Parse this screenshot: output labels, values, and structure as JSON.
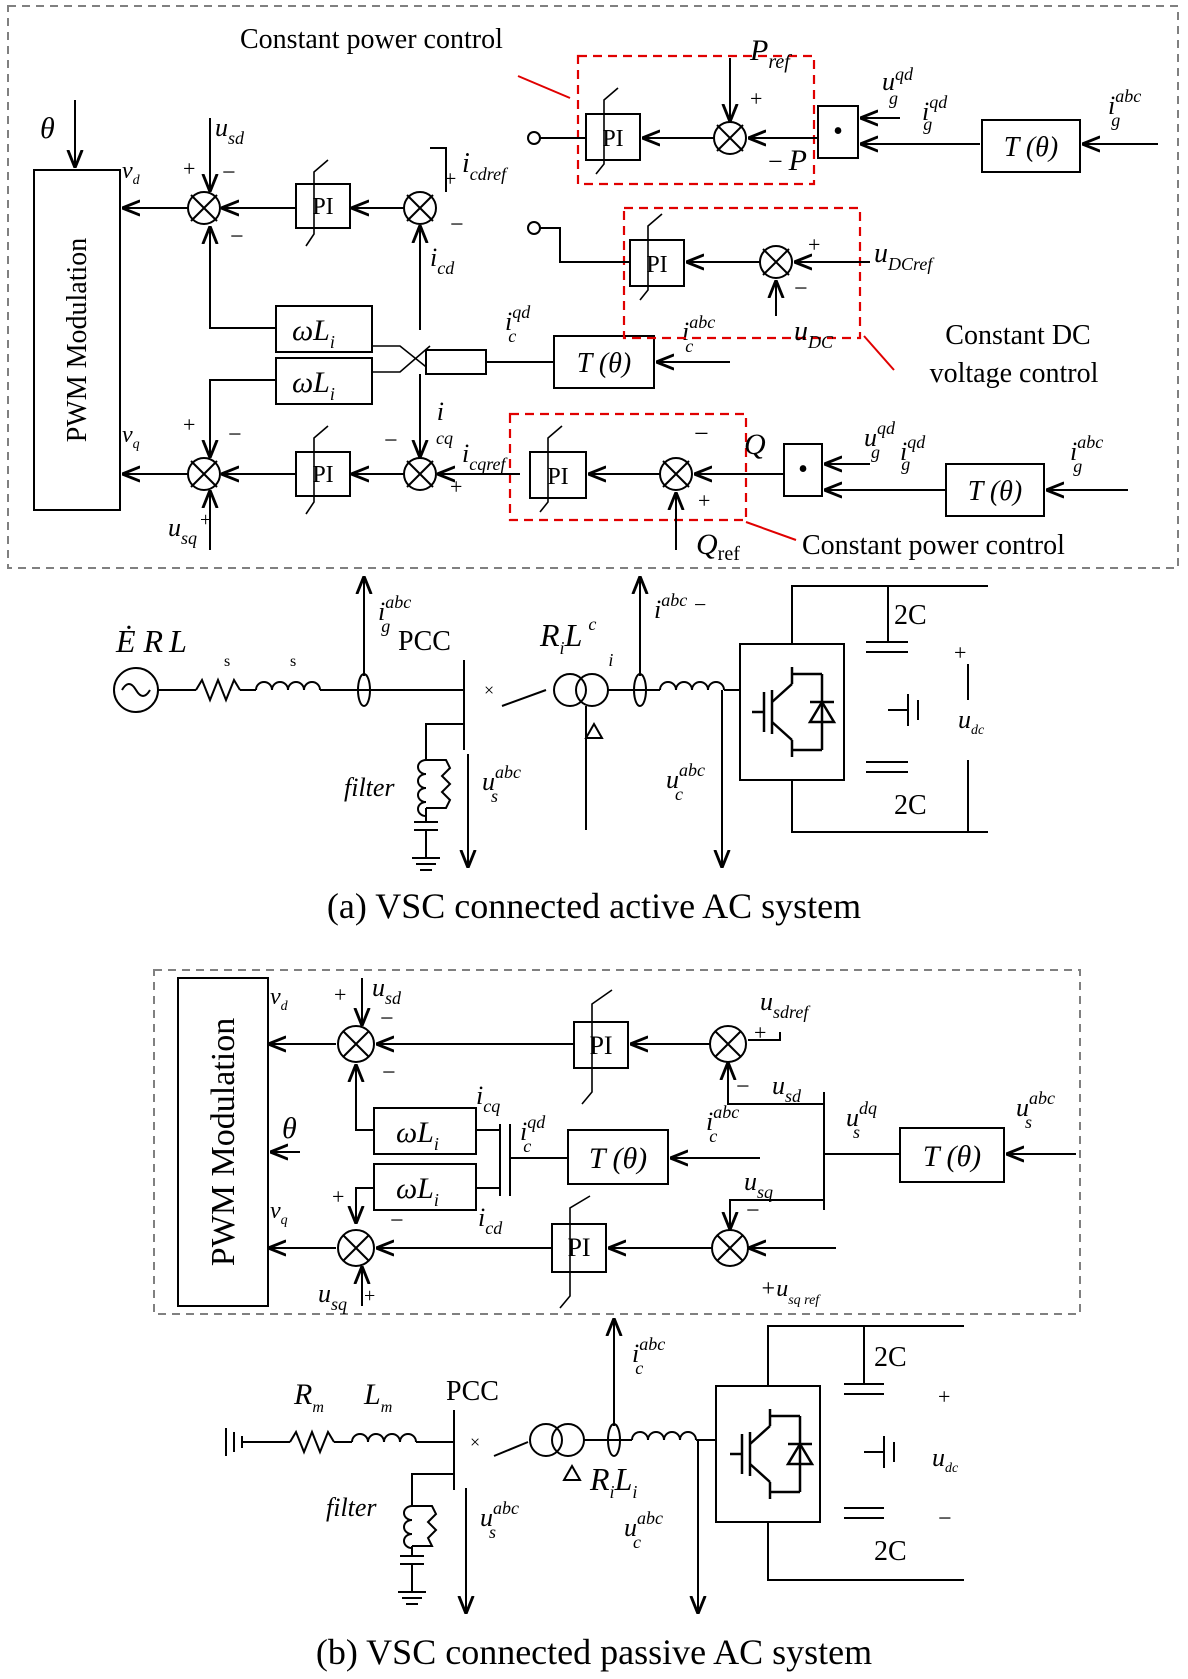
{
  "panel_a": {
    "caption": "(a) VSC connected active AC system",
    "label_constant_power_top": "Constant power control",
    "label_constant_power_bottom": "Constant power control",
    "label_constant_dc_line1": "Constant DC",
    "label_constant_dc_line2": "voltage control",
    "pwm": "PWM Modulation",
    "pi": "PI",
    "omega_l": "ωL",
    "omega_l_sub": "i",
    "t_theta": "T (θ)",
    "theta": "θ",
    "v_d": "v",
    "v_d_sub": "d",
    "v_q": "v",
    "v_q_sub": "q",
    "u_sd": "u",
    "u_sd_sub": "sd",
    "u_sq": "u",
    "u_sq_sub": "sq",
    "i_cdref": "i",
    "i_cdref_sub": "cdref",
    "i_cqref": "i",
    "i_cqref_sub": "cqref",
    "i_cd": "i",
    "i_cd_sub": "cd",
    "i_cq": "i",
    "i_cq_sub": "cq",
    "i_c_qd": "i",
    "i_c_qd_sup": "qd",
    "i_c_qd_sub": "c",
    "i_c_abc": "i",
    "i_c_abc_sup": "abc",
    "i_c_abc_sub": "c",
    "p_ref": "P",
    "p_ref_sub": "ref",
    "p": "P",
    "q": "Q",
    "q_ref": "Q",
    "q_ref_sub": "ref",
    "u_dcref": "u",
    "u_dcref_sub": "DCref",
    "u_dc": "u",
    "u_dc_sub": "DC",
    "u_g_qd": "u",
    "u_g_qd_sup": "qd",
    "u_g_qd_sub": "g",
    "i_g_qd": "i",
    "i_g_qd_sup": "qd",
    "i_g_qd_sub": "g",
    "i_g_abc": "i",
    "i_g_abc_sup": "abc",
    "i_g_abc_sub": "g",
    "plus": "+",
    "minus": "−",
    "dot": "•",
    "circuit": {
      "e": "Ė",
      "r": "R",
      "l": "L",
      "s": "s",
      "pcc": "PCC",
      "ri": "R",
      "li": "L",
      "i_sub": "i",
      "c_sub": "c",
      "filter": "filter",
      "u_s_abc": "u",
      "u_s_abc_sup": "abc",
      "u_s_abc_sub": "s",
      "u_c_abc": "u",
      "u_c_abc_sup": "abc",
      "u_c_abc_sub": "c",
      "cap": "2C",
      "udc": "u",
      "udc_sub": "dc"
    }
  },
  "panel_b": {
    "caption": "(b) VSC connected passive AC system",
    "pwm": "PWM Modulation",
    "pi": "PI",
    "omega_l": "ωL",
    "omega_l_sub": "i",
    "t_theta": "T (θ)",
    "theta": "θ",
    "v_d": "v",
    "v_d_sub": "d",
    "v_q": "v",
    "v_q_sub": "q",
    "u_sd": "u",
    "u_sd_sub": "sd",
    "u_sq": "u",
    "u_sq_sub": "sq",
    "u_sdref": "u",
    "u_sdref_sub": "sdref",
    "u_sqref": "+u",
    "u_sqref_sub": "sq ref",
    "u_s_dq": "u",
    "u_s_dq_sup": "dq",
    "u_s_dq_sub": "s",
    "u_s_abc": "u",
    "u_s_abc_sup": "abc",
    "u_s_abc_sub": "s",
    "i_cq": "i",
    "i_cq_sub": "cq",
    "i_cd": "i",
    "i_cd_sub": "cd",
    "i_c_qd": "i",
    "i_c_qd_sup": "qd",
    "i_c_qd_sub": "c",
    "i_c_abc": "i",
    "i_c_abc_sup": "abc",
    "i_c_abc_sub": "c",
    "plus": "+",
    "minus": "−",
    "circuit": {
      "rm": "R",
      "rm_sub": "m",
      "lm": "L",
      "lm_sub": "m",
      "pcc": "PCC",
      "ri": "R",
      "li": "L",
      "i_sub": "i",
      "filter": "filter",
      "cap": "2C",
      "udc": "u",
      "udc_sub": "dc"
    }
  }
}
